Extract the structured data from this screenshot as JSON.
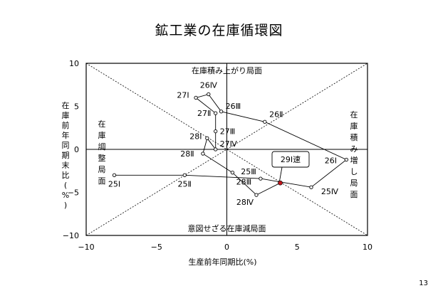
{
  "page": {
    "title": "鉱工業の在庫循環図",
    "page_number": "13"
  },
  "chart_data": {
    "type": "scatter",
    "title": "鉱工業の在庫循環図",
    "xlabel": "生産前年同期比(%)",
    "ylabel": "在庫前年同期末比(%)",
    "xlim": [
      -10,
      10
    ],
    "ylim": [
      -10,
      10
    ],
    "x_ticks": [
      "−10",
      "−5",
      "0",
      "5",
      "10"
    ],
    "y_ticks": [
      "10",
      "5",
      "0",
      "−5",
      "−10"
    ],
    "grid": false,
    "diagonals": true,
    "quadrant_labels": {
      "top": "在庫積み上がり局面",
      "bottom": "意図せざる在庫減局面",
      "left": "在庫調整局面",
      "right": "在庫積み増し局面"
    },
    "series": [
      {
        "points": [
          {
            "label": "25Ⅰ",
            "x": -8.0,
            "y": -3.0
          },
          {
            "label": "25Ⅱ",
            "x": -3.0,
            "y": -3.0
          },
          {
            "label": "25Ⅲ",
            "x": 2.4,
            "y": -3.4
          },
          {
            "label": "25Ⅳ",
            "x": 6.0,
            "y": -4.4
          },
          {
            "label": "26Ⅰ",
            "x": 8.5,
            "y": -1.2
          },
          {
            "label": "26Ⅱ",
            "x": 2.7,
            "y": 3.2
          },
          {
            "label": "26Ⅲ",
            "x": -0.4,
            "y": 4.4
          },
          {
            "label": "26Ⅳ",
            "x": -1.3,
            "y": 6.4
          },
          {
            "label": "27Ⅰ",
            "x": -2.2,
            "y": 6.0
          },
          {
            "label": "27Ⅱ",
            "x": -0.8,
            "y": 4.2
          },
          {
            "label": "27Ⅲ",
            "x": -0.8,
            "y": 2.1
          },
          {
            "label": "27Ⅳ",
            "x": -0.8,
            "y": 0.0
          },
          {
            "label": "28Ⅰ",
            "x": -1.4,
            "y": 1.3
          },
          {
            "label": "28Ⅱ",
            "x": -1.7,
            "y": -0.5
          },
          {
            "label": "28Ⅲ",
            "x": 0.4,
            "y": -2.7
          },
          {
            "label": "28Ⅳ",
            "x": 2.1,
            "y": -5.3
          }
        ]
      }
    ],
    "preliminary": {
      "label": "29Ⅰ速",
      "x": 3.8,
      "y": -3.9,
      "from": "28Ⅳ",
      "color": "#c0151b"
    }
  }
}
